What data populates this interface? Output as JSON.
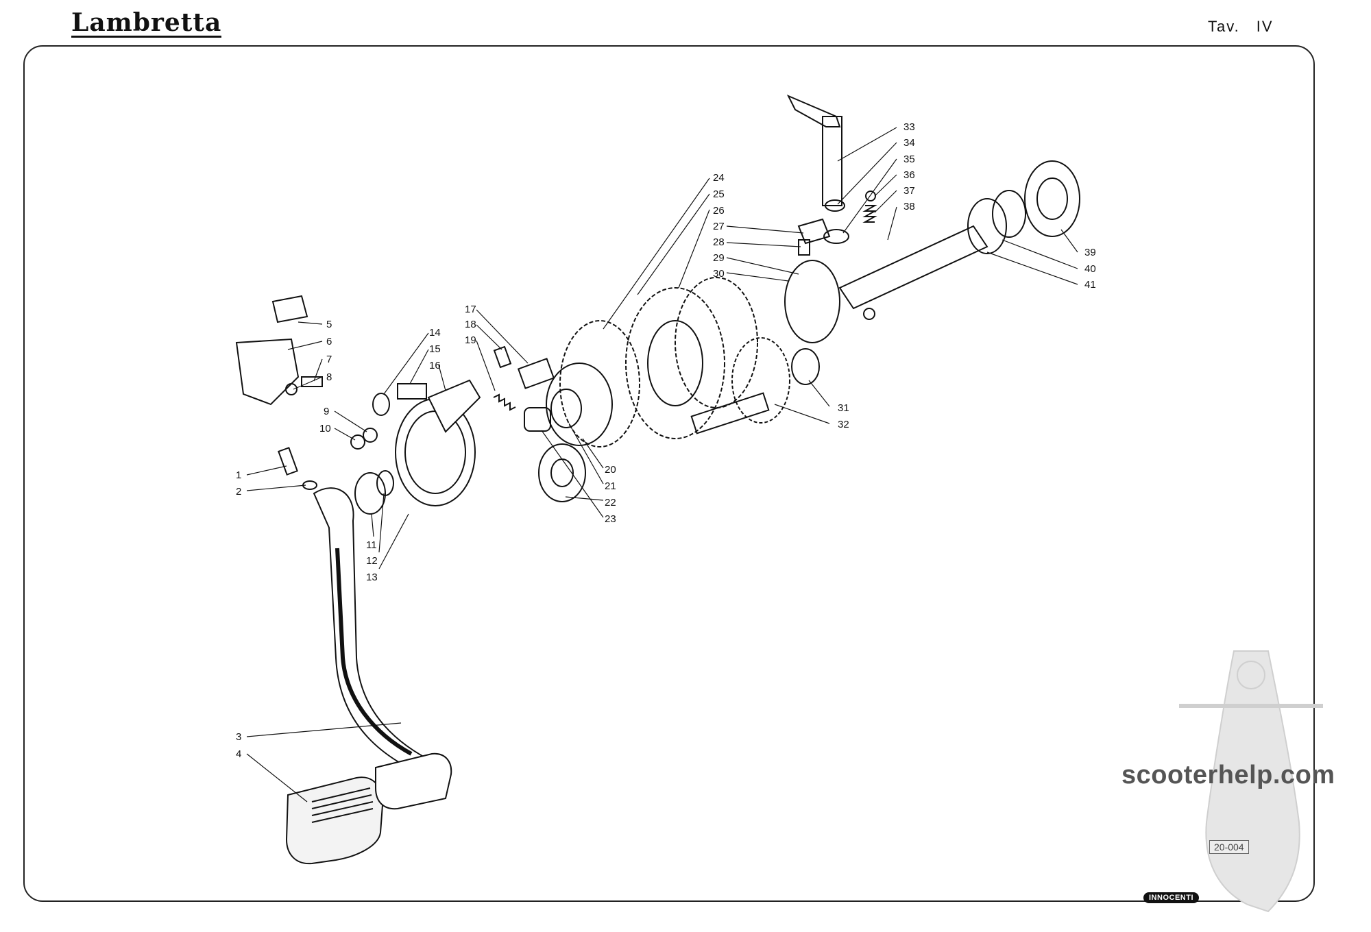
{
  "header": {
    "brand": "Lambretta",
    "table_prefix": "Tav.",
    "table_number": "IV"
  },
  "watermark": {
    "site": "scooterhelp.com",
    "registration": "20-004",
    "maker": "INNOCENTI"
  },
  "callouts": [
    {
      "id": "label-1",
      "text": "1"
    },
    {
      "id": "label-2",
      "text": "2"
    },
    {
      "id": "label-3",
      "text": "3"
    },
    {
      "id": "label-4",
      "text": "4"
    },
    {
      "id": "label-5",
      "text": "5"
    },
    {
      "id": "label-6",
      "text": "6"
    },
    {
      "id": "label-7",
      "text": "7"
    },
    {
      "id": "label-8",
      "text": "8"
    },
    {
      "id": "label-9",
      "text": "9"
    },
    {
      "id": "label-10",
      "text": "10"
    },
    {
      "id": "label-11",
      "text": "11"
    },
    {
      "id": "label-12",
      "text": "12"
    },
    {
      "id": "label-13",
      "text": "13"
    },
    {
      "id": "label-14",
      "text": "14"
    },
    {
      "id": "label-15",
      "text": "15"
    },
    {
      "id": "label-16",
      "text": "16"
    },
    {
      "id": "label-17",
      "text": "17"
    },
    {
      "id": "label-18",
      "text": "18"
    },
    {
      "id": "label-19",
      "text": "19"
    },
    {
      "id": "label-20",
      "text": "20"
    },
    {
      "id": "label-21",
      "text": "21"
    },
    {
      "id": "label-22",
      "text": "22"
    },
    {
      "id": "label-23",
      "text": "23"
    },
    {
      "id": "label-24",
      "text": "24"
    },
    {
      "id": "label-25",
      "text": "25"
    },
    {
      "id": "label-26",
      "text": "26"
    },
    {
      "id": "label-27",
      "text": "27"
    },
    {
      "id": "label-28",
      "text": "28"
    },
    {
      "id": "label-29",
      "text": "29"
    },
    {
      "id": "label-30",
      "text": "30"
    },
    {
      "id": "label-31",
      "text": "31"
    },
    {
      "id": "label-32",
      "text": "32"
    },
    {
      "id": "label-33",
      "text": "33"
    },
    {
      "id": "label-34",
      "text": "34"
    },
    {
      "id": "label-35",
      "text": "35"
    },
    {
      "id": "label-36",
      "text": "36"
    },
    {
      "id": "label-37",
      "text": "37"
    },
    {
      "id": "label-38",
      "text": "38"
    },
    {
      "id": "label-39",
      "text": "39"
    },
    {
      "id": "label-40",
      "text": "40"
    },
    {
      "id": "label-41",
      "text": "41"
    }
  ]
}
